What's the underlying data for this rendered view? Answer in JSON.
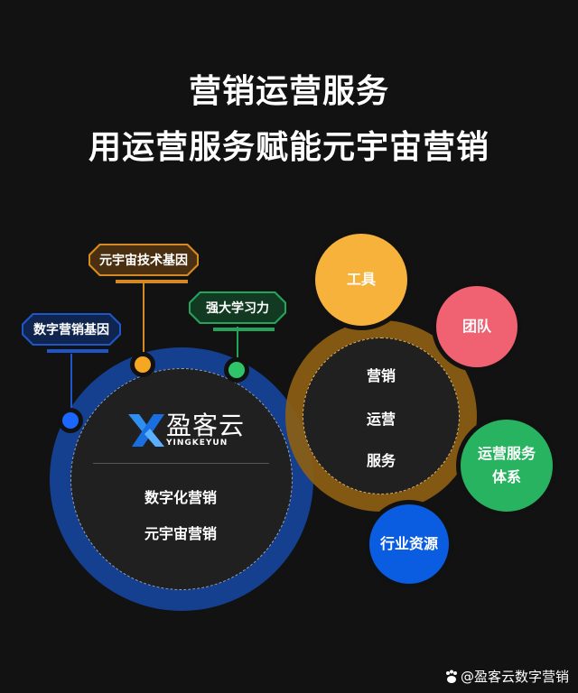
{
  "header": {
    "title_line1": "营销运营服务",
    "title_line2": "用运营服务赋能元宇宙营销"
  },
  "left_tags": [
    {
      "label": "数字营销基因",
      "color": "#1e56c8",
      "fill": "#0f2550"
    },
    {
      "label": "元宇宙技术基因",
      "color": "#d48a22",
      "fill": "#4a3010"
    },
    {
      "label": "强大学习力",
      "color": "#22a55a",
      "fill": "#123a22"
    }
  ],
  "left_circle": {
    "logo_cn": "盈客云",
    "logo_en": "YINGKEYUN",
    "line1": "数字化营销",
    "line2": "元宇宙营销",
    "ring_color": "#153f8f"
  },
  "right_circle": {
    "line1": "营销",
    "line2": "运营",
    "line3": "服务",
    "ring_color": "#7a5210"
  },
  "bubbles": [
    {
      "label": "工具",
      "color": "#f7b23b"
    },
    {
      "label": "团队",
      "color": "#f06272"
    },
    {
      "label_line1": "运营服务",
      "label_line2": "体系",
      "color": "#27b35f"
    },
    {
      "label": "行业资源",
      "color": "#0a5ce0"
    }
  ],
  "footer": {
    "icon": "paw-icon",
    "text": "@盈客云数字营销"
  }
}
